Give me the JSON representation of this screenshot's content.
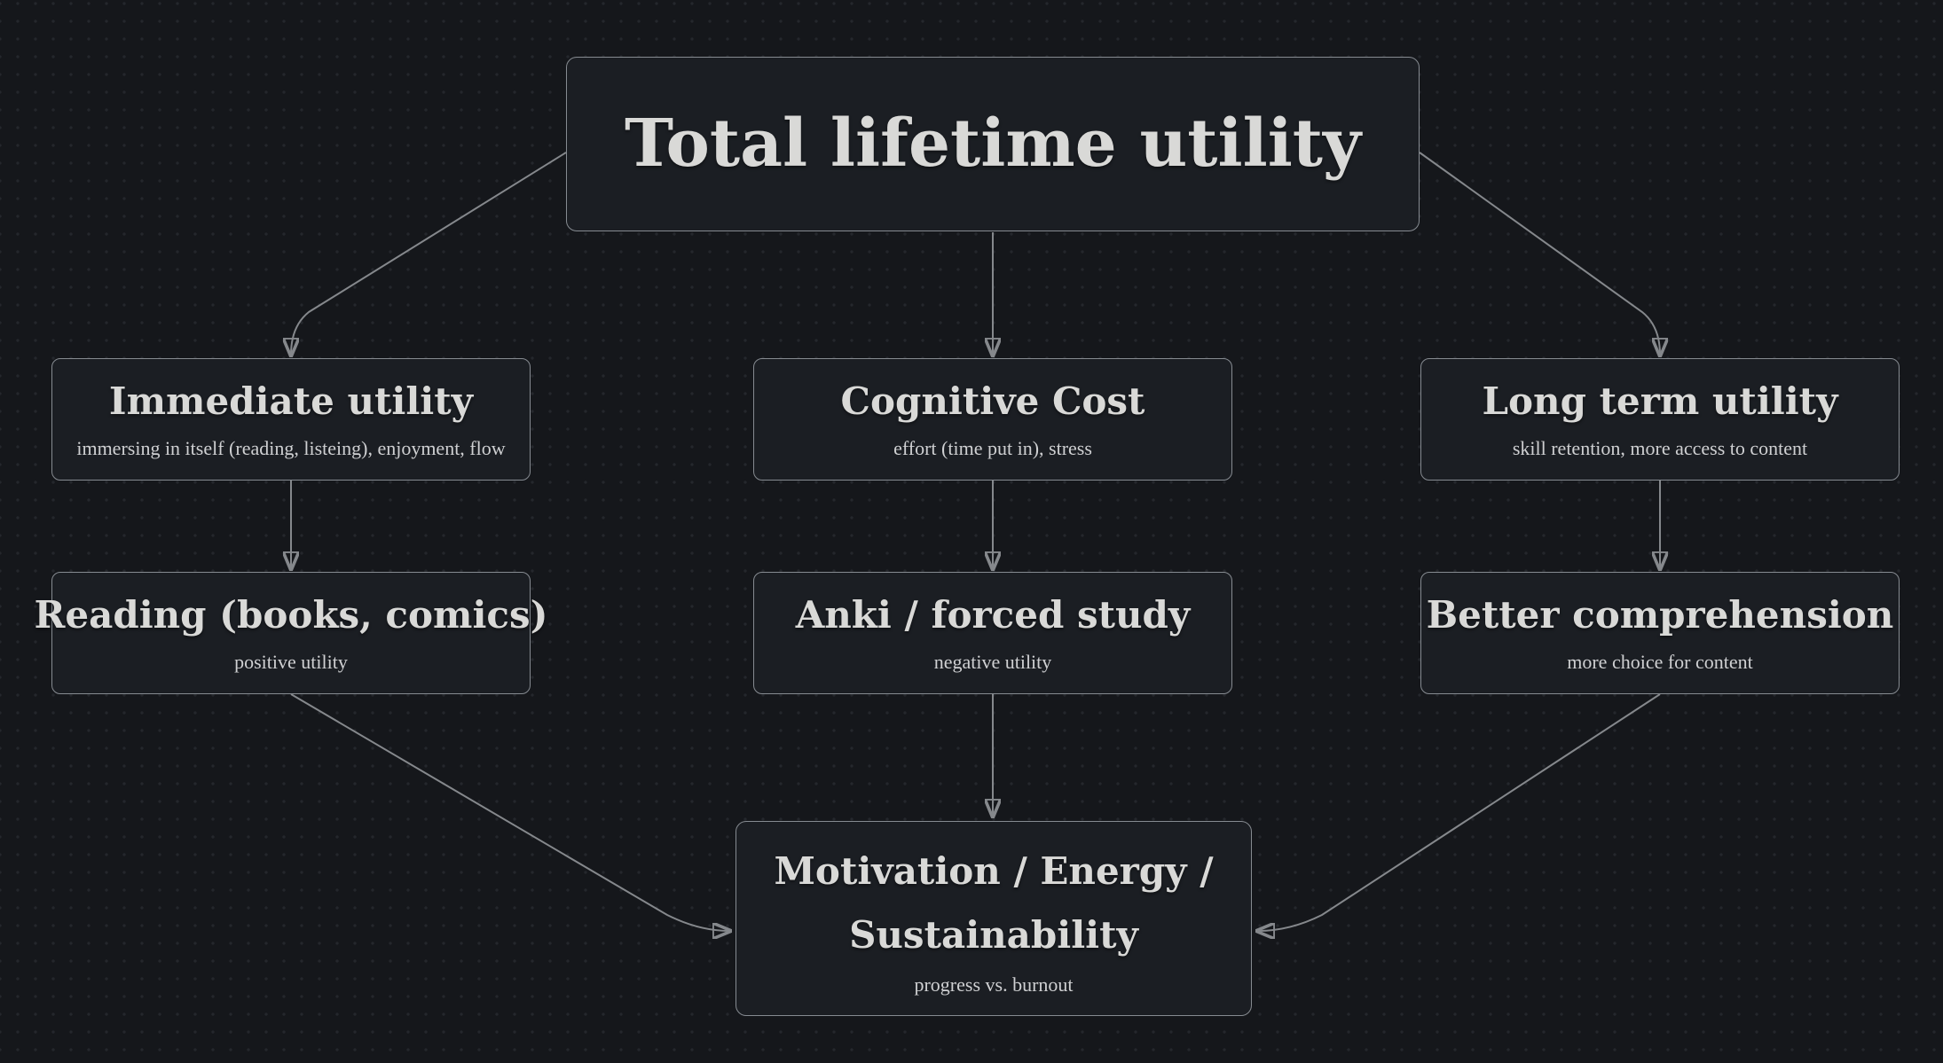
{
  "diagram": {
    "background_color": "#15171b",
    "dot_grid_color": "#24272c",
    "node_fill_color": "#1b1e23",
    "node_border_color": "#868b91",
    "edge_color": "#85888c",
    "title_text_color": "#d9d9d7",
    "subtitle_text_color": "#cfd0d2"
  },
  "nodes": {
    "total": {
      "title": "Total lifetime utility"
    },
    "immediate": {
      "title": "Immediate utility",
      "subtitle": "immersing in itself (reading, listeing), enjoyment, flow"
    },
    "cognitive": {
      "title": "Cognitive Cost",
      "subtitle": "effort (time put in), stress"
    },
    "longterm": {
      "title": "Long term utility",
      "subtitle": "skill retention, more access to content"
    },
    "reading": {
      "title": "Reading (books, comics)",
      "subtitle": "positive utility"
    },
    "anki": {
      "title": "Anki / forced study",
      "subtitle": "negative utility"
    },
    "better": {
      "title": "Better comprehension",
      "subtitle": "more choice for content"
    },
    "motivation": {
      "title": "Motivation / Energy / Sustainability",
      "subtitle": "progress vs. burnout"
    }
  },
  "edges": [
    {
      "from": "total",
      "to": "immediate"
    },
    {
      "from": "total",
      "to": "cognitive"
    },
    {
      "from": "total",
      "to": "longterm"
    },
    {
      "from": "immediate",
      "to": "reading"
    },
    {
      "from": "cognitive",
      "to": "anki"
    },
    {
      "from": "longterm",
      "to": "better"
    },
    {
      "from": "reading",
      "to": "motivation"
    },
    {
      "from": "anki",
      "to": "motivation"
    },
    {
      "from": "better",
      "to": "motivation"
    }
  ]
}
